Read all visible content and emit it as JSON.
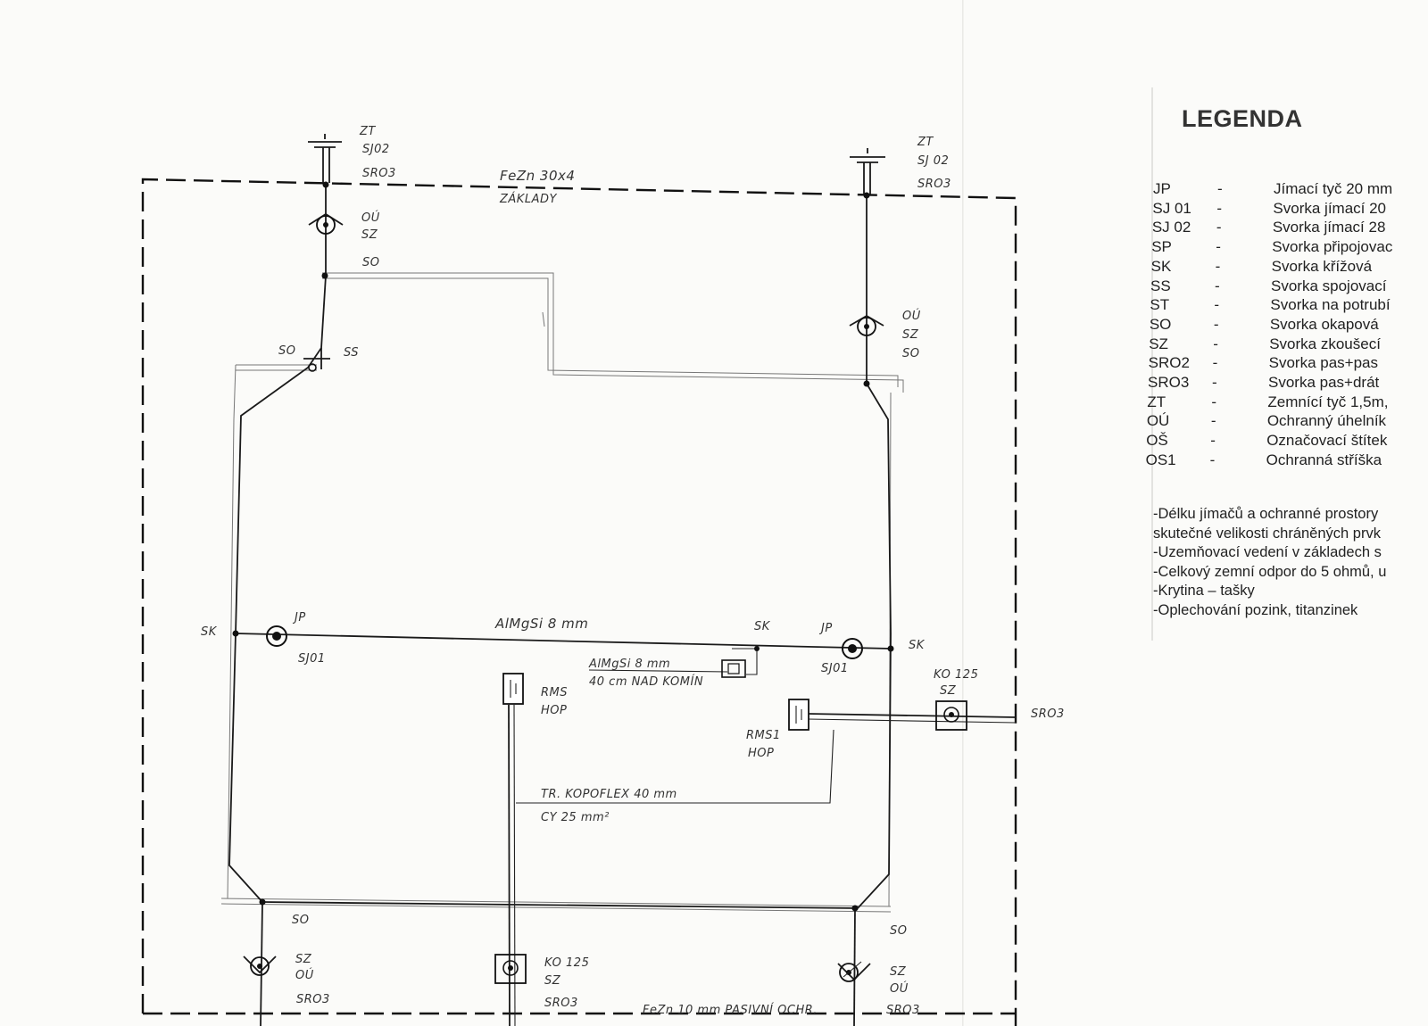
{
  "drawing_labels": {
    "zt_left": "ZT",
    "sj02_left": "SJ02",
    "sro3_left": "SRO3",
    "fezn_top": "FeZn 30x4",
    "zaklady": "ZÁKLADY",
    "zt_right": "ZT",
    "sj02_right": "SJ 02",
    "sro3_right": "SRO3",
    "ou_left_top": "OÚ",
    "sz_left_top": "SZ",
    "so_left_top": "SO",
    "so_ss_left": "SO",
    "ss_left": "SS",
    "ou_right_top": "OÚ",
    "sz_right_top": "SZ",
    "so_right_top": "SO",
    "sk_left": "SK",
    "jp_left": "JP",
    "sj01_left": "SJ01",
    "almgsi_main": "AlMgSi 8 mm",
    "sk_mid": "SK",
    "jp_right": "JP",
    "sj01_right": "SJ01",
    "sk_right": "SK",
    "almgsi_chimney": "AlMgSi 8 mm",
    "nad_komin": "40 cm NAD KOMÍN",
    "rms_label": "RMS",
    "hop_label": "HOP",
    "rms1_label": "RMS1",
    "hop_label_2": "HOP",
    "ko125_right": "KO 125",
    "sz_ko_right": "SZ",
    "sro3_far_right": "SRO3",
    "tr_kopoflex": "TR. KOPOFLEX 40 mm",
    "cy_25": "CY 25 mm²",
    "so_bottom_left": "SO",
    "sz_bottom_left": "SZ",
    "ou_bottom_left": "OÚ",
    "sro3_bottom_left": "SRO3",
    "ko125_bottom": "KO 125",
    "sz_bottom_mid": "SZ",
    "sro3_bottom_mid": "SRO3",
    "fezn_bottom": "FeZn 10 mm PASIVNÍ OCHR.",
    "so_bottom_right": "SO",
    "sz_bottom_right": "SZ",
    "ou_bottom_right": "OÚ",
    "sro3_bottom_right": "SRO3"
  },
  "legend": {
    "title": "LEGENDA",
    "items": [
      {
        "code": "JP",
        "sep": "-",
        "desc": "Jímací tyč 20 mm"
      },
      {
        "code": "SJ 01",
        "sep": "-",
        "desc": "Svorka jímací 20"
      },
      {
        "code": "SJ 02",
        "sep": "-",
        "desc": "Svorka jímací 28"
      },
      {
        "code": "SP",
        "sep": "-",
        "desc": "Svorka připojovac"
      },
      {
        "code": "SK",
        "sep": "-",
        "desc": "Svorka křížová"
      },
      {
        "code": "SS",
        "sep": "-",
        "desc": "Svorka spojovací"
      },
      {
        "code": "ST",
        "sep": "-",
        "desc": "Svorka na potrubí"
      },
      {
        "code": "SO",
        "sep": "-",
        "desc": "Svorka okapová"
      },
      {
        "code": "SZ",
        "sep": "-",
        "desc": "Svorka zkoušecí"
      },
      {
        "code": "SRO2",
        "sep": "-",
        "desc": "Svorka pas+pas"
      },
      {
        "code": "SRO3",
        "sep": "-",
        "desc": "Svorka pas+drát"
      },
      {
        "code": "ZT",
        "sep": "-",
        "desc": "Zemnící tyč 1,5m,"
      },
      {
        "code": "OÚ",
        "sep": "-",
        "desc": "Ochranný úhelník"
      },
      {
        "code": "OŠ",
        "sep": "-",
        "desc": "Označovací štítek"
      },
      {
        "code": "OS1",
        "sep": "-",
        "desc": "Ochranná stříška"
      }
    ],
    "notes": [
      "-Délku jímačů a ochranné prostory",
      "skutečné velikosti chráněných prvk",
      "-Uzemňovací vedení v základech s",
      "-Celkový zemní odpor do 5 ohmů, u",
      "-Krytina – tašky",
      "-Oplechování pozink, titanzinek"
    ]
  }
}
